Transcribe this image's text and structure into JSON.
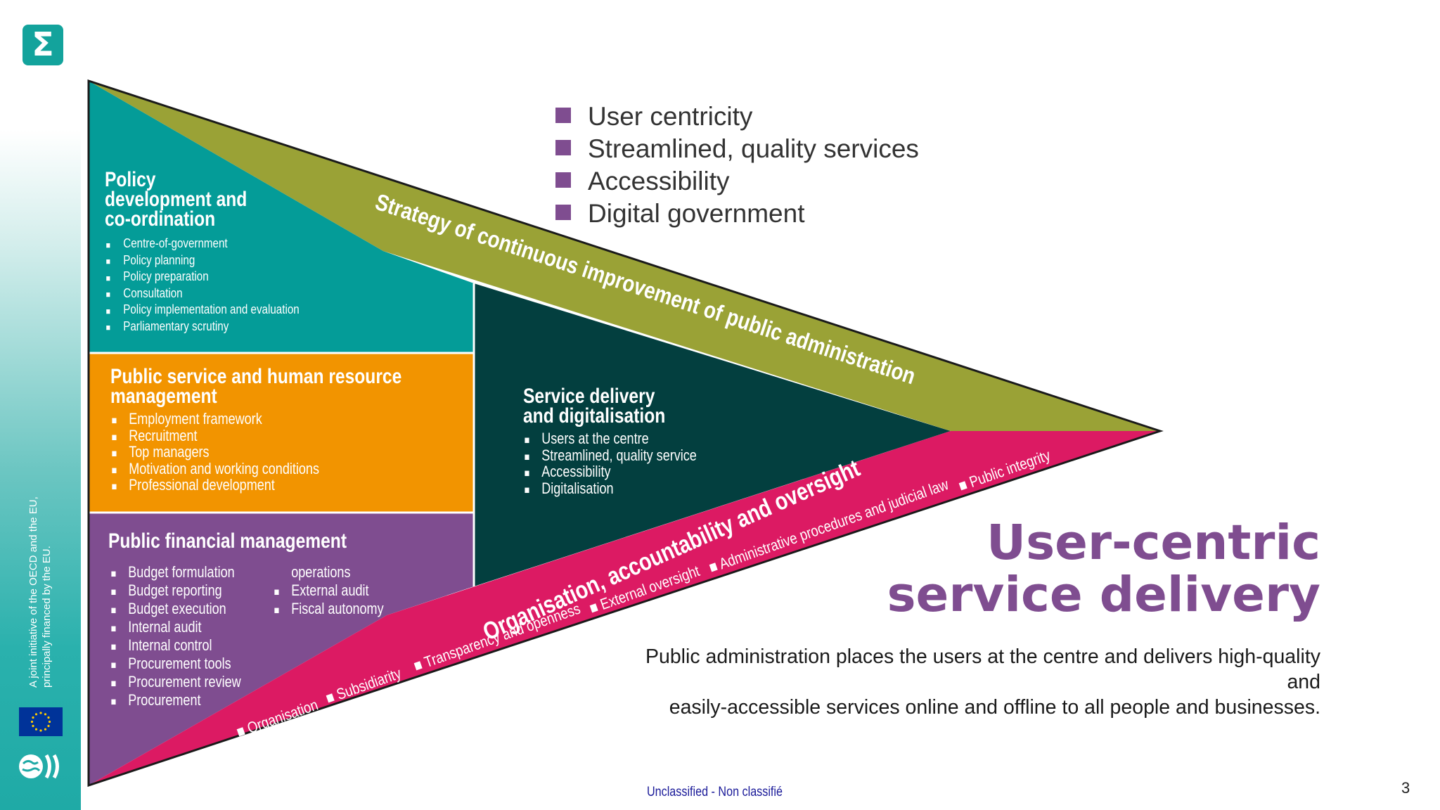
{
  "header": {
    "logo_glyph": "Σ"
  },
  "sidebar": {
    "text_line1": "A joint initiative of the OECD and the EU,",
    "text_line2": "principally financed by the EU."
  },
  "top_list": [
    "User centricity",
    "Streamlined, quality services",
    "Accessibility",
    "Digital government"
  ],
  "diagram": {
    "strategy_band": "Strategy of continuous improvement of public administration",
    "policy": {
      "title_lines": [
        "Policy",
        "development and",
        "co-ordination"
      ],
      "items": [
        "Centre-of-government",
        "Policy planning",
        "Policy preparation",
        "Consultation",
        "Policy implementation and evaluation",
        "Parliamentary scrutiny"
      ]
    },
    "hr": {
      "title_lines": [
        "Public service and human resource",
        "management"
      ],
      "items": [
        "Employment framework",
        "Recruitment",
        "Top managers",
        "Motivation and working conditions",
        "Professional development"
      ]
    },
    "pfm": {
      "title": "Public financial management",
      "items_col1": [
        "Budget formulation",
        "Budget reporting",
        "Budget execution",
        "Internal audit",
        "Internal control",
        "Procurement tools",
        "Procurement review",
        "Procurement"
      ],
      "col2_continuation": "operations",
      "items_col2": [
        "External audit",
        "Fiscal autonomy"
      ]
    },
    "service": {
      "title_lines": [
        "Service delivery",
        "and digitalisation"
      ],
      "items": [
        "Users at the centre",
        "Streamlined, quality service",
        "Accessibility",
        "Digitalisation"
      ]
    },
    "oversight": {
      "title": "Organisation, accountability and oversight",
      "items": [
        "■ Organisation",
        "■ Subsidiarity",
        "■ Transparency and openness",
        "■ External oversight",
        "■ Administrative procedures and judicial law",
        "■ Public integrity"
      ]
    }
  },
  "main": {
    "title_line1": "User-centric",
    "title_line2": "service delivery",
    "description_line1": "Public administration places the users at the centre and delivers high-quality and",
    "description_line2": "easily-accessible services online and offline to all people and businesses."
  },
  "footer": {
    "classification": "Unclassified - Non classifié",
    "page_number": "3"
  },
  "colors": {
    "teal": "#049c98",
    "olive": "#9aa236",
    "orange": "#f29400",
    "purple": "#7f4d90",
    "dark_teal": "#033f3f",
    "magenta": "#dc1a63"
  }
}
